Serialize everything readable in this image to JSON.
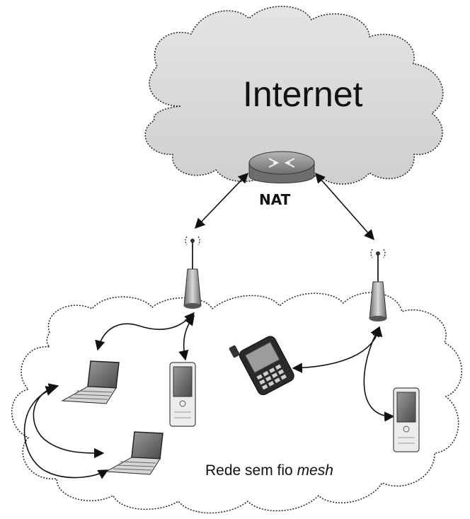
{
  "labels": {
    "internet": "Internet",
    "router": "NAT",
    "wireless_network_prefix": "Rede sem fio ",
    "wireless_network_emphasis": "mesh"
  },
  "colors": {
    "internet_cloud_fill": "#d9d9d9",
    "cloud_outline": "#222222",
    "router_body": "#8a8a8a",
    "device_dark": "#555555",
    "device_light": "#e6e6e6",
    "link_line": "#111111"
  },
  "icons": {
    "router": "router-icon",
    "access_point": "access-point-antenna-icon",
    "laptop": "laptop-icon",
    "pda": "pda-icon",
    "smartphone": "smartphone-icon"
  }
}
